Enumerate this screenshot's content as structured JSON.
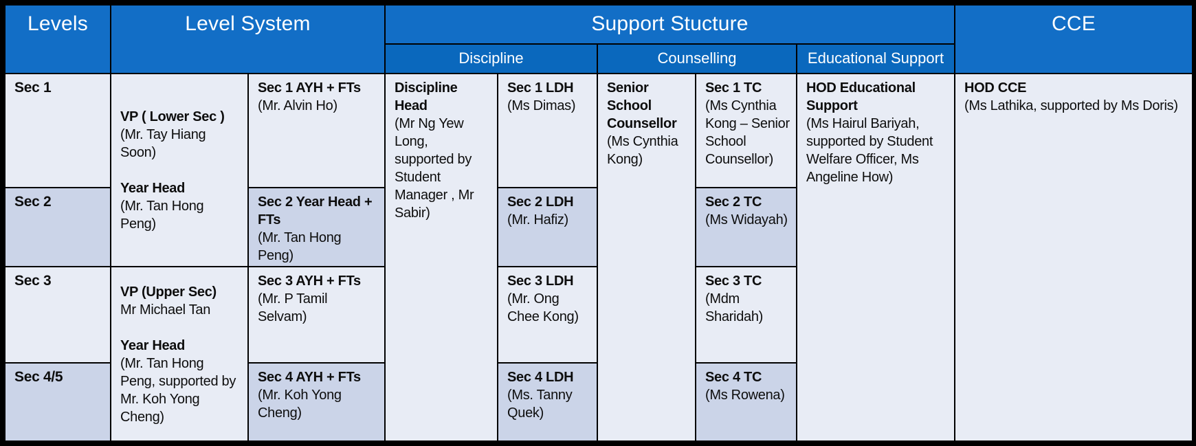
{
  "colors": {
    "header_blue": "#126EC6",
    "subheader_blue": "#0A68BD",
    "row_light": "#E8ECF5",
    "row_shaded": "#CBD4E8",
    "border": "#000000",
    "header_text": "#FFFFFF",
    "body_text": "#0D0D0D"
  },
  "title_row": {
    "levels": "Levels",
    "level_system": "Level System",
    "support_structure": "Support Stucture",
    "cce": "CCE"
  },
  "subheaders": {
    "discipline": "Discipline",
    "counselling": "Counselling",
    "educational_support": "Educational Support"
  },
  "levels_column": {
    "rows": [
      "Sec 1",
      "Sec 2",
      "Sec 3",
      "Sec 4/5"
    ]
  },
  "level_system": {
    "vp_blocks": [
      {
        "role1": "VP ( Lower Sec )",
        "person1": "(Mr. Tay Hiang Soon)",
        "role2": "Year Head",
        "person2": "(Mr. Tan Hong Peng)"
      },
      {
        "role1": "VP (Upper Sec)",
        "person1": "Mr Michael Tan",
        "role2": "Year Head",
        "person2": "(Mr. Tan Hong Peng, supported by Mr. Koh Yong Cheng)"
      }
    ],
    "year_head_cells": [
      {
        "title": "Sec 1 AYH + FTs",
        "person": "(Mr. Alvin Ho)"
      },
      {
        "title": "Sec 2 Year Head + FTs",
        "person": "(Mr. Tan Hong Peng)"
      },
      {
        "title": "Sec 3 AYH + FTs",
        "person": "(Mr. P Tamil Selvam)"
      },
      {
        "title": "Sec 4 AYH + FTs",
        "person": "(Mr. Koh Yong Cheng)"
      }
    ]
  },
  "discipline": {
    "head": {
      "title": "Discipline Head",
      "person": "(Mr Ng Yew Long, supported by Student Manager , Mr Sabir)"
    },
    "ldh_cells": [
      {
        "title": "Sec 1 LDH",
        "person": "(Ms Dimas)"
      },
      {
        "title": "Sec 2 LDH",
        "person": "(Mr. Hafiz)"
      },
      {
        "title": "Sec 3 LDH",
        "person": "(Mr. Ong Chee Kong)"
      },
      {
        "title": "Sec 4 LDH",
        "person": "(Ms. Tanny Quek)"
      }
    ]
  },
  "counselling": {
    "senior_counsellor": {
      "title": "Senior School Counsellor",
      "person": "(Ms Cynthia Kong)"
    },
    "tc_cells": [
      {
        "title": "Sec 1 TC",
        "person": "(Ms Cynthia Kong – Senior School Counsellor)"
      },
      {
        "title": "Sec 2 TC",
        "person": "(Ms Widayah)"
      },
      {
        "title": "Sec 3 TC",
        "person": "(Mdm Sharidah)"
      },
      {
        "title": "Sec 4 TC",
        "person": "(Ms Rowena)"
      }
    ]
  },
  "educational_support": {
    "title": "HOD Educational Support",
    "person": "(Ms Hairul Bariyah, supported by Student Welfare Officer, Ms Angeline How)"
  },
  "cce": {
    "title": "HOD CCE",
    "person": "(Ms Lathika, supported by Ms Doris)"
  }
}
